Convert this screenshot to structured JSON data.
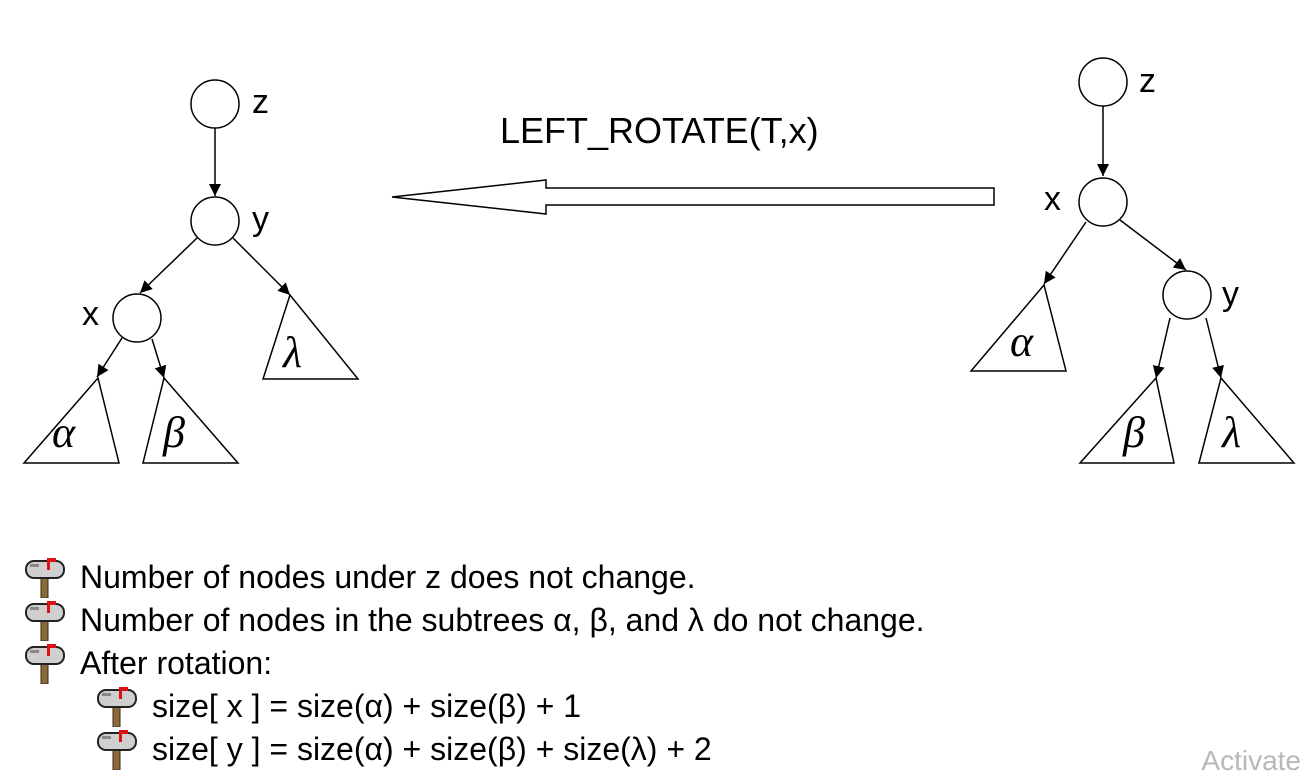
{
  "operation": "LEFT_ROTATE(T,x)",
  "left_tree": {
    "nodes": {
      "top": "z",
      "mid": "y",
      "low": "x"
    },
    "subtrees": {
      "a": "α",
      "b": "β",
      "c": "λ"
    }
  },
  "right_tree": {
    "nodes": {
      "top": "z",
      "mid": "x",
      "low": "y"
    },
    "subtrees": {
      "a": "α",
      "b": "β",
      "c": "λ"
    }
  },
  "notes": [
    "Number of nodes under z does not change.",
    "Number of nodes in the subtrees α, β, and λ do not change.",
    "After rotation:"
  ],
  "sub_notes": [
    "size[ x ] = size(α) + size(β) + 1",
    "size[ y ] = size(α) + size(β) + size(λ) + 2"
  ],
  "bullet_icon": "mailbox-icon",
  "watermark": "Activate"
}
